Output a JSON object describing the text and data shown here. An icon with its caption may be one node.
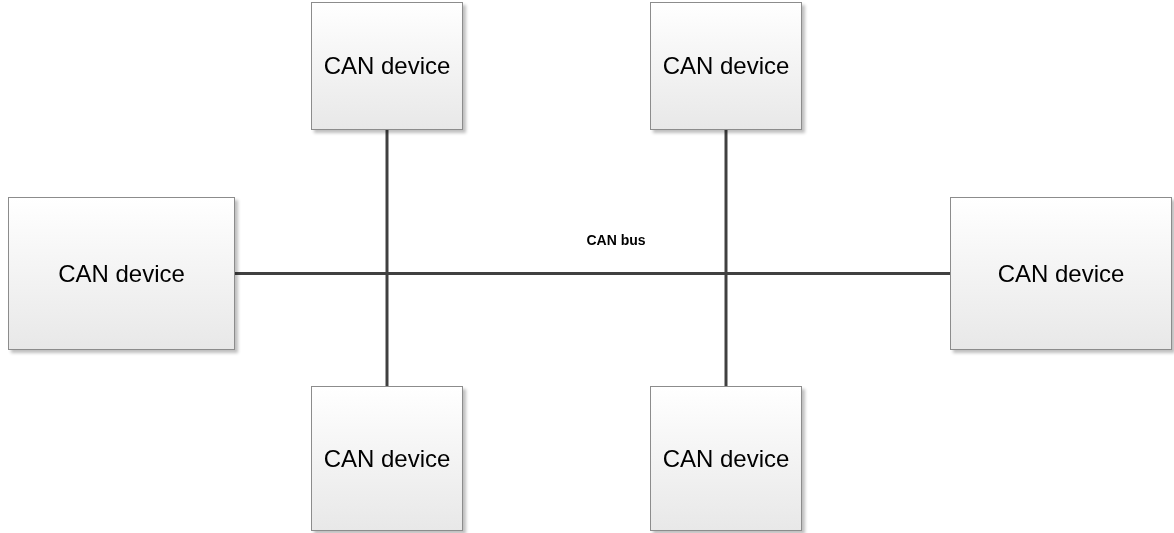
{
  "diagram": {
    "nodes": [
      {
        "text": [
          "CAN device"
        ]
      },
      {
        "text": [
          "CAN device"
        ]
      },
      {
        "text": [
          "CAN device"
        ]
      },
      {
        "text": [
          "CAN device"
        ]
      },
      {
        "text": [
          "CAN device"
        ]
      },
      {
        "text": [
          "CAN device"
        ]
      }
    ],
    "edges": [
      {
        "from": 2,
        "to": 3,
        "arrow": "none",
        "label": "CAN bus"
      },
      {
        "from": 0,
        "to": 4,
        "arrow": "none"
      },
      {
        "from": 1,
        "to": 5,
        "arrow": "none"
      }
    ]
  }
}
